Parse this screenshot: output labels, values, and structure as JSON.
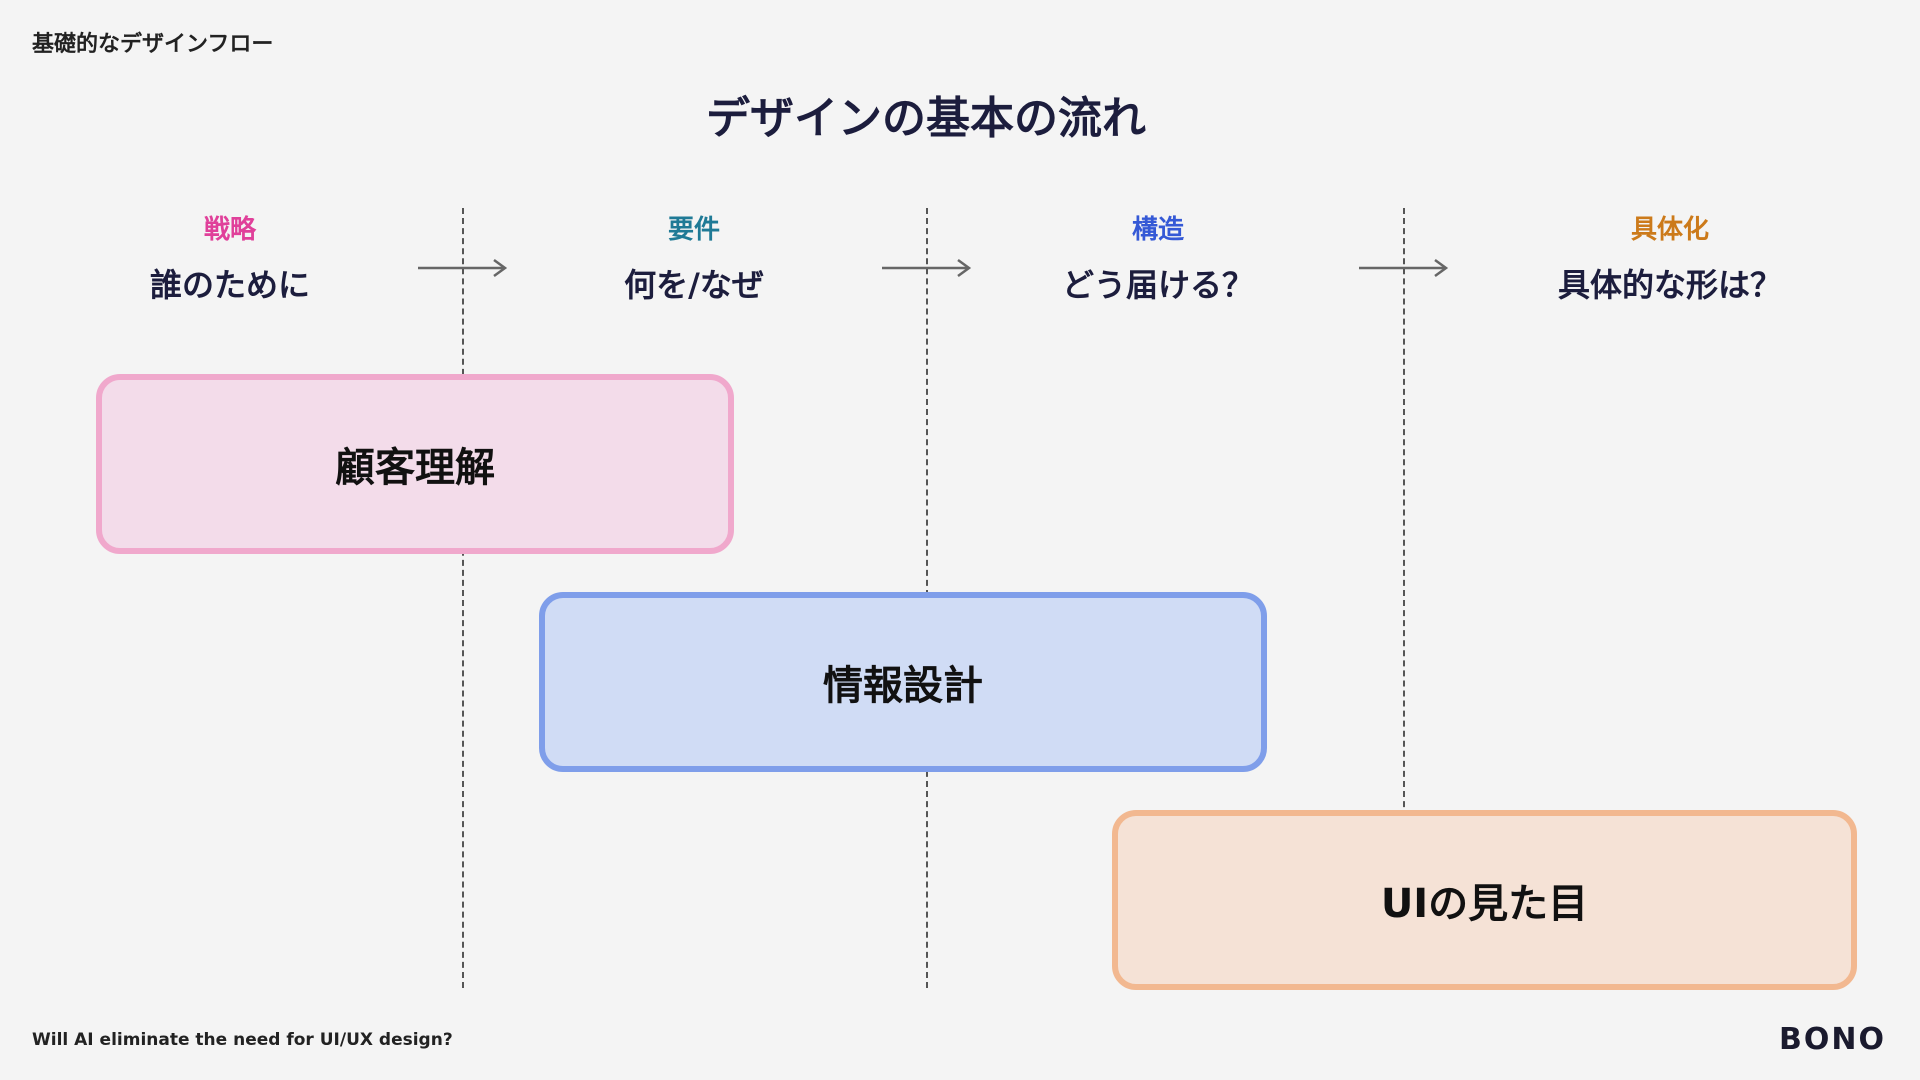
{
  "header": {
    "corner_label": "基礎的なデザインフロー",
    "title": "デザインの基本の流れ"
  },
  "stages": [
    {
      "tag": "戦略",
      "question": "誰のために",
      "color": "#e0409a"
    },
    {
      "tag": "要件",
      "question": "何を/なぜ",
      "color": "#1f7a96"
    },
    {
      "tag": "構造",
      "question": "どう届ける？",
      "color": "#3559d6"
    },
    {
      "tag": "具体化",
      "question": "具体的な形は？",
      "color": "#cc7a1a"
    }
  ],
  "phases": [
    {
      "label": "顧客理解",
      "fill": "#f3dcea",
      "border": "#f0a8cc"
    },
    {
      "label": "情報設計",
      "fill": "#d0dcf5",
      "border": "#7f9eea"
    },
    {
      "label": "UIの見た目",
      "fill": "#f5e2d6",
      "border": "#f2b890"
    }
  ],
  "footer": {
    "tagline": "Will AI eliminate the need for UI/UX design?",
    "logo": "BONO"
  }
}
